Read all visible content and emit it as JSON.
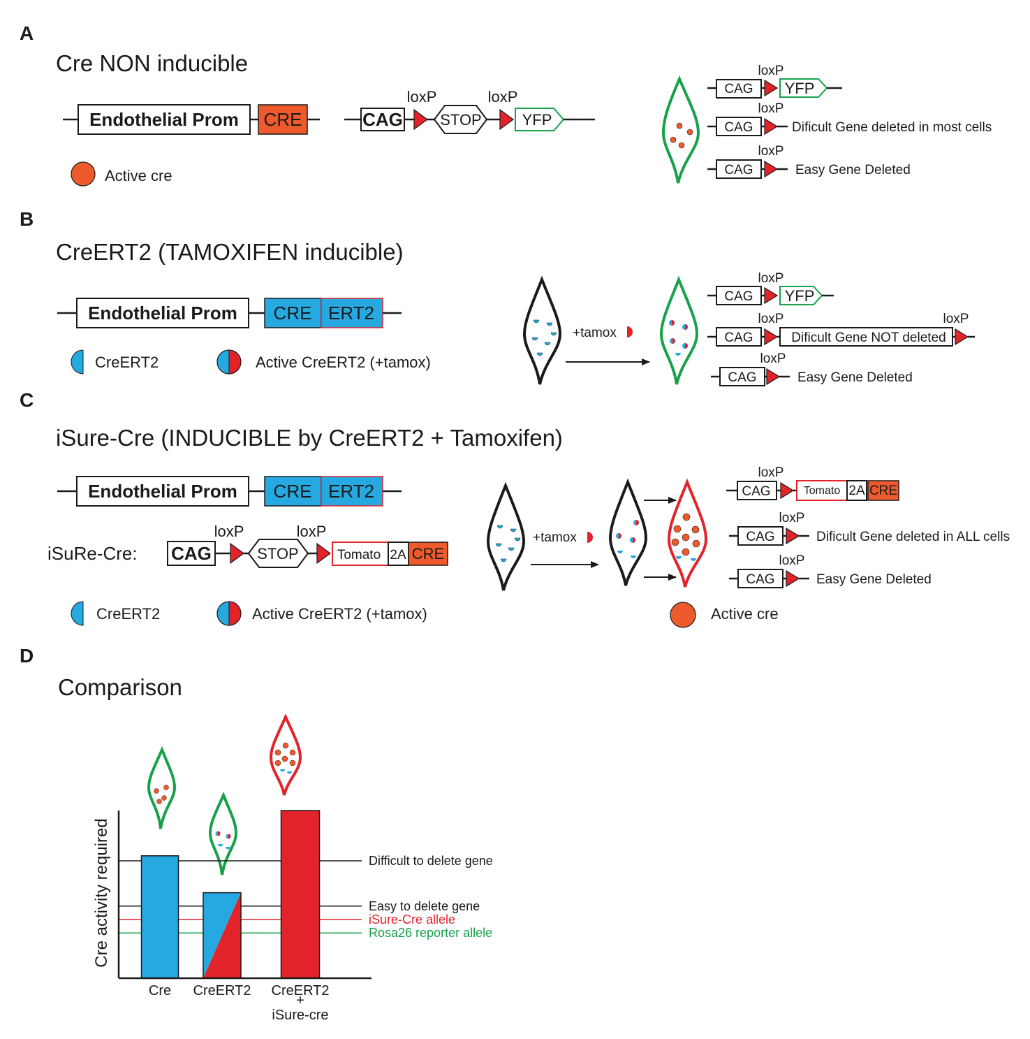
{
  "panels": {
    "a": {
      "letter": "A",
      "title": "Cre NON inducible",
      "construct": {
        "promoter": "Endothelial Prom",
        "cre": "CRE"
      },
      "reporter": {
        "cag": "CAG",
        "loxp_1": "loxP",
        "stop": "STOP",
        "loxp_2": "loxP",
        "yfp": "YFP"
      },
      "legend_active_cre": "Active cre",
      "alleles": [
        {
          "loxp": "loxP",
          "cag": "CAG",
          "target": "YFP"
        },
        {
          "loxp": "loxP",
          "cag": "CAG",
          "target": "Dificult Gene deleted in most cells"
        },
        {
          "loxp": "loxP",
          "cag": "CAG",
          "target": "Easy Gene Deleted"
        }
      ]
    },
    "b": {
      "letter": "B",
      "title": "CreERT2 (TAMOXIFEN inducible)",
      "construct": {
        "promoter": "Endothelial Prom",
        "cre": "CRE",
        "ert2": "ERT2"
      },
      "legend_creert2": "CreERT2",
      "legend_active": "Active CreERT2 (+tamox)",
      "tamox_label": "+tamox",
      "alleles": [
        {
          "loxp": "loxP",
          "cag": "CAG",
          "target": "YFP"
        },
        {
          "loxp": "loxP",
          "cag": "CAG",
          "target": "Dificult Gene NOT deleted",
          "loxp_end": "loxP"
        },
        {
          "loxp": "loxP",
          "cag": "CAG",
          "target": "Easy Gene Deleted"
        }
      ]
    },
    "c": {
      "letter": "C",
      "title": "iSure-Cre (INDUCIBLE by CreERT2 + Tamoxifen)",
      "construct": {
        "promoter": "Endothelial Prom",
        "cre": "CRE",
        "ert2": "ERT2"
      },
      "isure": {
        "label": "iSuRe-Cre:",
        "cag": "CAG",
        "loxp_1": "loxP",
        "stop": "STOP",
        "loxp_2": "loxP",
        "tomato": "Tomato",
        "p2a": "2A",
        "cre": "CRE"
      },
      "legend_creert2": "CreERT2",
      "legend_active": "Active CreERT2 (+tamox)",
      "legend_active_cre": "Active cre",
      "tamox_label": "+tamox",
      "alleles": [
        {
          "loxp": "loxP",
          "cag": "CAG",
          "tomato": "Tomato",
          "p2a": "2A",
          "cre": "CRE"
        },
        {
          "loxp": "loxP",
          "cag": "CAG",
          "target": "Dificult Gene deleted in ALL cells"
        },
        {
          "loxp": "loxP",
          "cag": "CAG",
          "target": "Easy Gene Deleted"
        }
      ]
    },
    "d": {
      "letter": "D",
      "title": "Comparison"
    }
  },
  "colors": {
    "active_cre": "#ee5a2c",
    "creert2": "#26a9e1",
    "tamoxifen": "#e2232a",
    "reporter_cell": "#16a14a",
    "isure_cell": "#e2232a"
  },
  "chart_data": {
    "type": "bar",
    "ylabel": "Cre activity required",
    "categories": [
      {
        "label": "Cre"
      },
      {
        "label": "CreERT2"
      },
      {
        "label": "CreERT2",
        "label_2": "+",
        "label_3": "iSure-cre"
      }
    ],
    "values": [
      73,
      51,
      100
    ],
    "ylim": [
      0,
      100
    ],
    "bar_styles": [
      "solid-blue",
      "blue-red-split",
      "solid-red"
    ],
    "reference_lines": [
      {
        "label": "Difficult to delete gene",
        "value": 70,
        "color": "#1a1a1a"
      },
      {
        "label": "Easy to delete gene",
        "value": 43,
        "color": "#1a1a1a"
      },
      {
        "label": "iSure-Cre allele",
        "value": 35,
        "color": "#e2232a"
      },
      {
        "label": "Rosa26 reporter allele",
        "value": 27,
        "color": "#16a14a"
      }
    ]
  }
}
